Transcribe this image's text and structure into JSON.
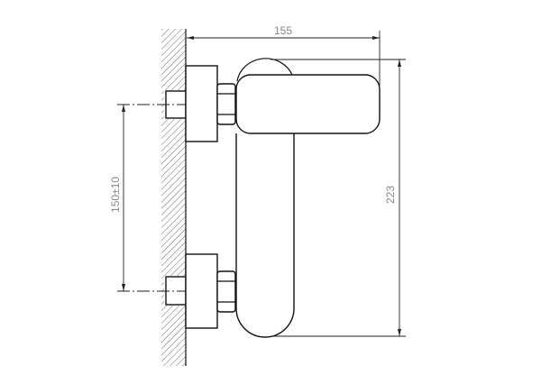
{
  "drawing": {
    "dimensions": {
      "width": "155",
      "height": "223",
      "inlet_spacing": "150±10"
    },
    "colors": {
      "line": "#111111",
      "dimension_text": "#888888",
      "background": "#ffffff"
    }
  }
}
